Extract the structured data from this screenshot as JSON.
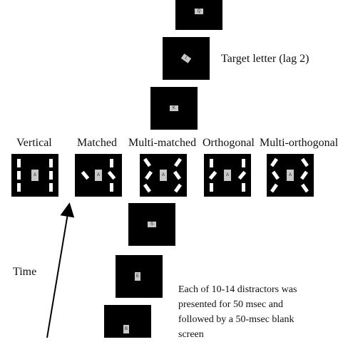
{
  "annotations": {
    "target_label": "Target letter (lag 2)",
    "time_label": "Time",
    "distractor_note_lines": [
      "Each of 10-14 distractors was",
      "presented for 50 msec and",
      "followed by a 50-msec blank",
      "screen"
    ]
  },
  "conditions": [
    {
      "label": "Vertical",
      "letter": "A"
    },
    {
      "label": "Matched",
      "letter": "A"
    },
    {
      "label": "Multi-matched",
      "letter": "A"
    },
    {
      "label": "Orthogonal",
      "letter": "A"
    },
    {
      "label": "Multi-orthogonal",
      "letter": "A"
    }
  ],
  "stream_frames": [
    {
      "role": "top-frame",
      "letter": "Q"
    },
    {
      "role": "target-frame",
      "letter": "L"
    },
    {
      "role": "pre-target-frame",
      "letter": "K"
    },
    {
      "role": "distractor-frame-1",
      "letter": "S"
    },
    {
      "role": "distractor-frame-2",
      "letter": "E"
    },
    {
      "role": "distractor-frame-3",
      "letter": "B"
    }
  ]
}
